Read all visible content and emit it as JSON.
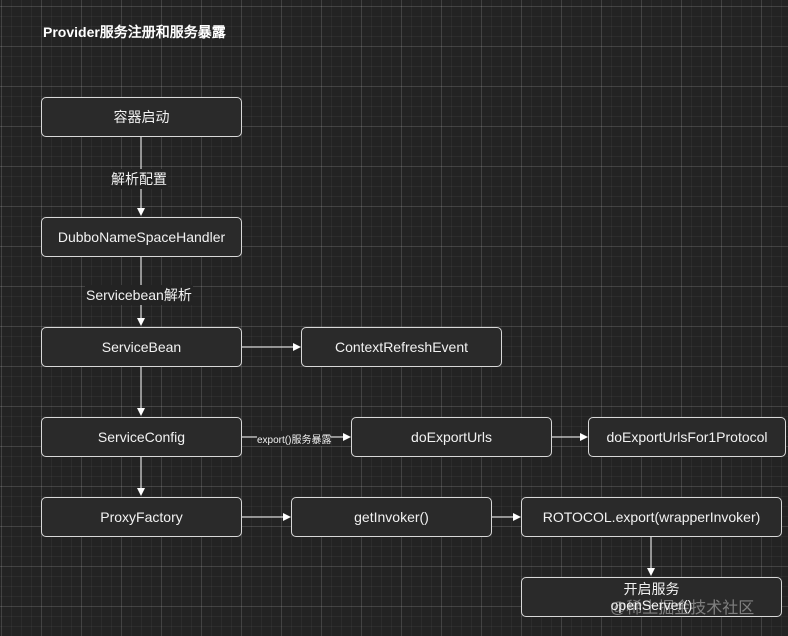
{
  "title": "Provider服务注册和服务暴露",
  "nodes": {
    "container_start": "容器启动",
    "namespace_handler": "DubboNameSpaceHandler",
    "service_bean": "ServiceBean",
    "context_refresh_event": "ContextRefreshEvent",
    "service_config": "ServiceConfig",
    "do_export_urls": "doExportUrls",
    "do_export_urls_for_protocol": "doExportUrlsFor1Protocol",
    "proxy_factory": "ProxyFactory",
    "get_invoker": "getInvoker()",
    "protocol_export": "ROTOCOL.export(wrapperInvoker)",
    "open_server_line1": "开启服务",
    "open_server_line2": "openServer()"
  },
  "edge_labels": {
    "parse_config": "解析配置",
    "servicebean_parse": "Servicebean解析",
    "export_service": "export()服务暴露"
  },
  "watermark": "@稀土掘金技术社区",
  "colors": {
    "background": "#232323",
    "node_border": "#d8d8d8",
    "edge": "#ffffff"
  }
}
